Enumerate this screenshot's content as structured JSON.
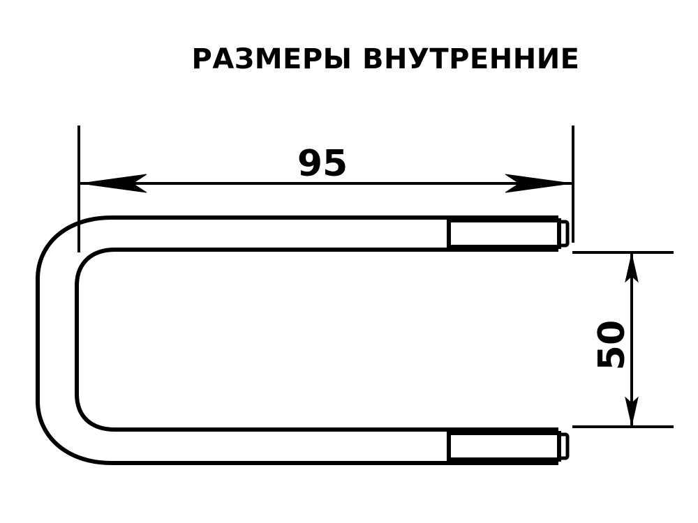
{
  "title": "РАЗМЕРЫ ВНУТРЕННИЕ",
  "dimensions": {
    "width_label": "95",
    "height_label": "50"
  },
  "colors": {
    "line": "#000000",
    "background": "#ffffff"
  }
}
